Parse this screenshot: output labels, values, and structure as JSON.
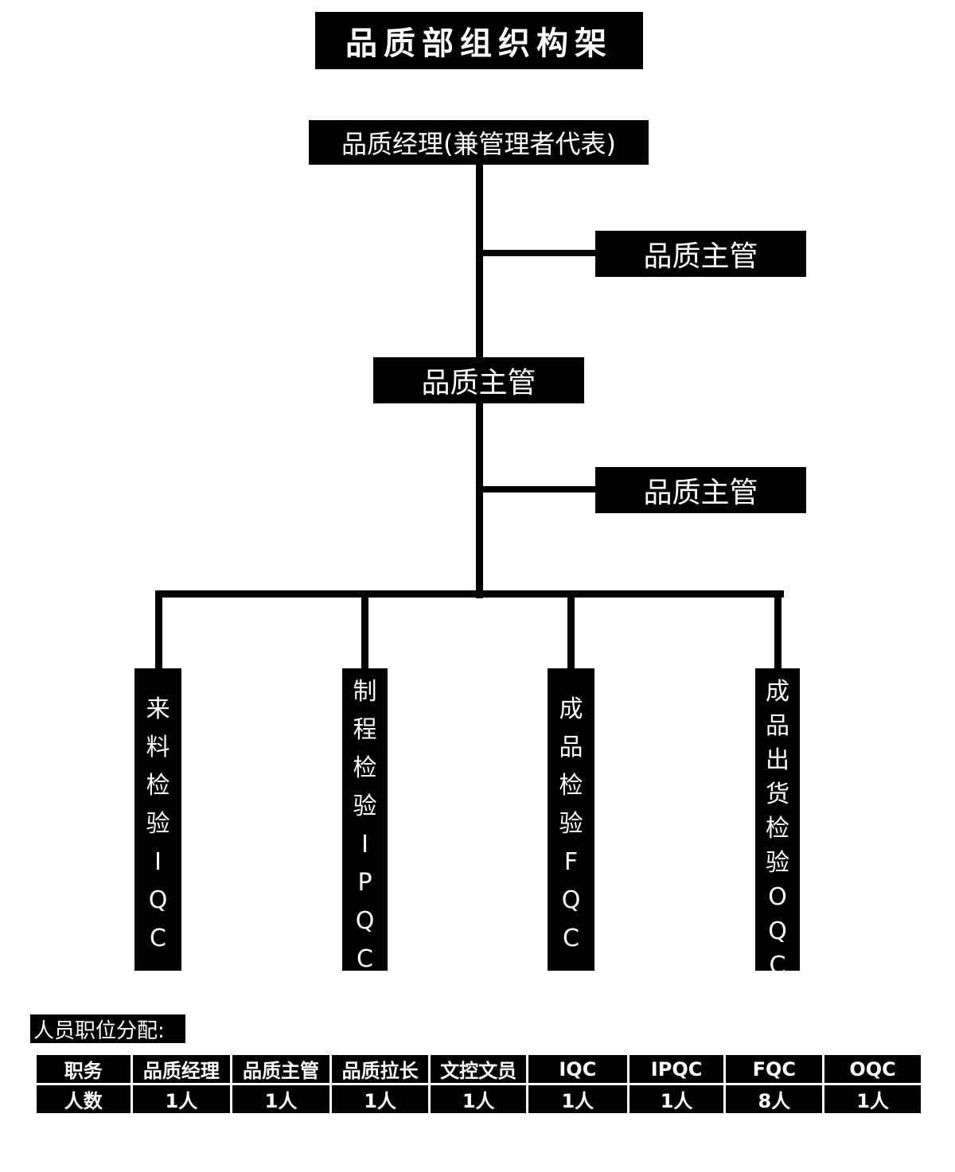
{
  "title": "品质部组织构架",
  "manager": "品质经理(兼管理者代表)",
  "supervisor_right_1": "品质主管",
  "supervisor_center": "品质主管",
  "supervisor_right_2": "品质主管",
  "departments": [
    {
      "chars": [
        "来",
        "料",
        "检",
        "验",
        "I",
        "Q",
        "C"
      ]
    },
    {
      "chars": [
        "制",
        "程",
        "检",
        "验",
        "I",
        "P",
        "Q",
        "C"
      ]
    },
    {
      "chars": [
        "成",
        "品",
        "检",
        "验",
        "F",
        "Q",
        "C"
      ]
    },
    {
      "chars": [
        "成",
        "品",
        "出",
        "货",
        "检",
        "验",
        "O",
        "Q",
        "C"
      ]
    }
  ],
  "staffing": {
    "label": "人员职位分配:",
    "header": [
      "职务",
      "品质经理",
      "品质主管",
      "品质拉长",
      "文控文员",
      "IQC",
      "IPQC",
      "FQC",
      "OQC"
    ],
    "counts": [
      "人数",
      "1人",
      "1人",
      "1人",
      "1人",
      "1人",
      "1人",
      "8人",
      "1人"
    ]
  }
}
